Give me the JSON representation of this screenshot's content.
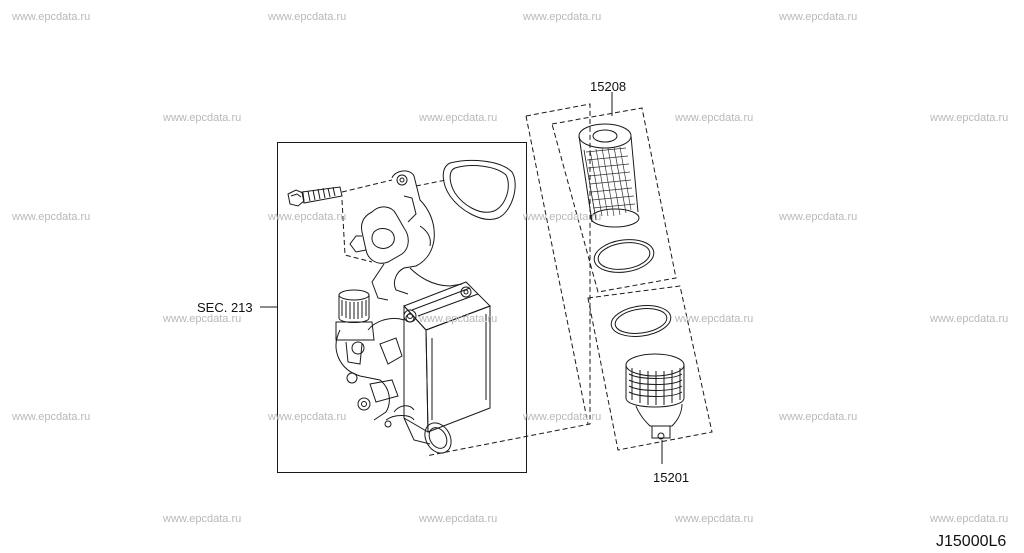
{
  "watermark": "www.epcdata.ru",
  "callouts": {
    "filter_element": "15208",
    "filter_cap": "15201",
    "section_ref": "SEC. 213"
  },
  "diagram_code": "J15000L6"
}
